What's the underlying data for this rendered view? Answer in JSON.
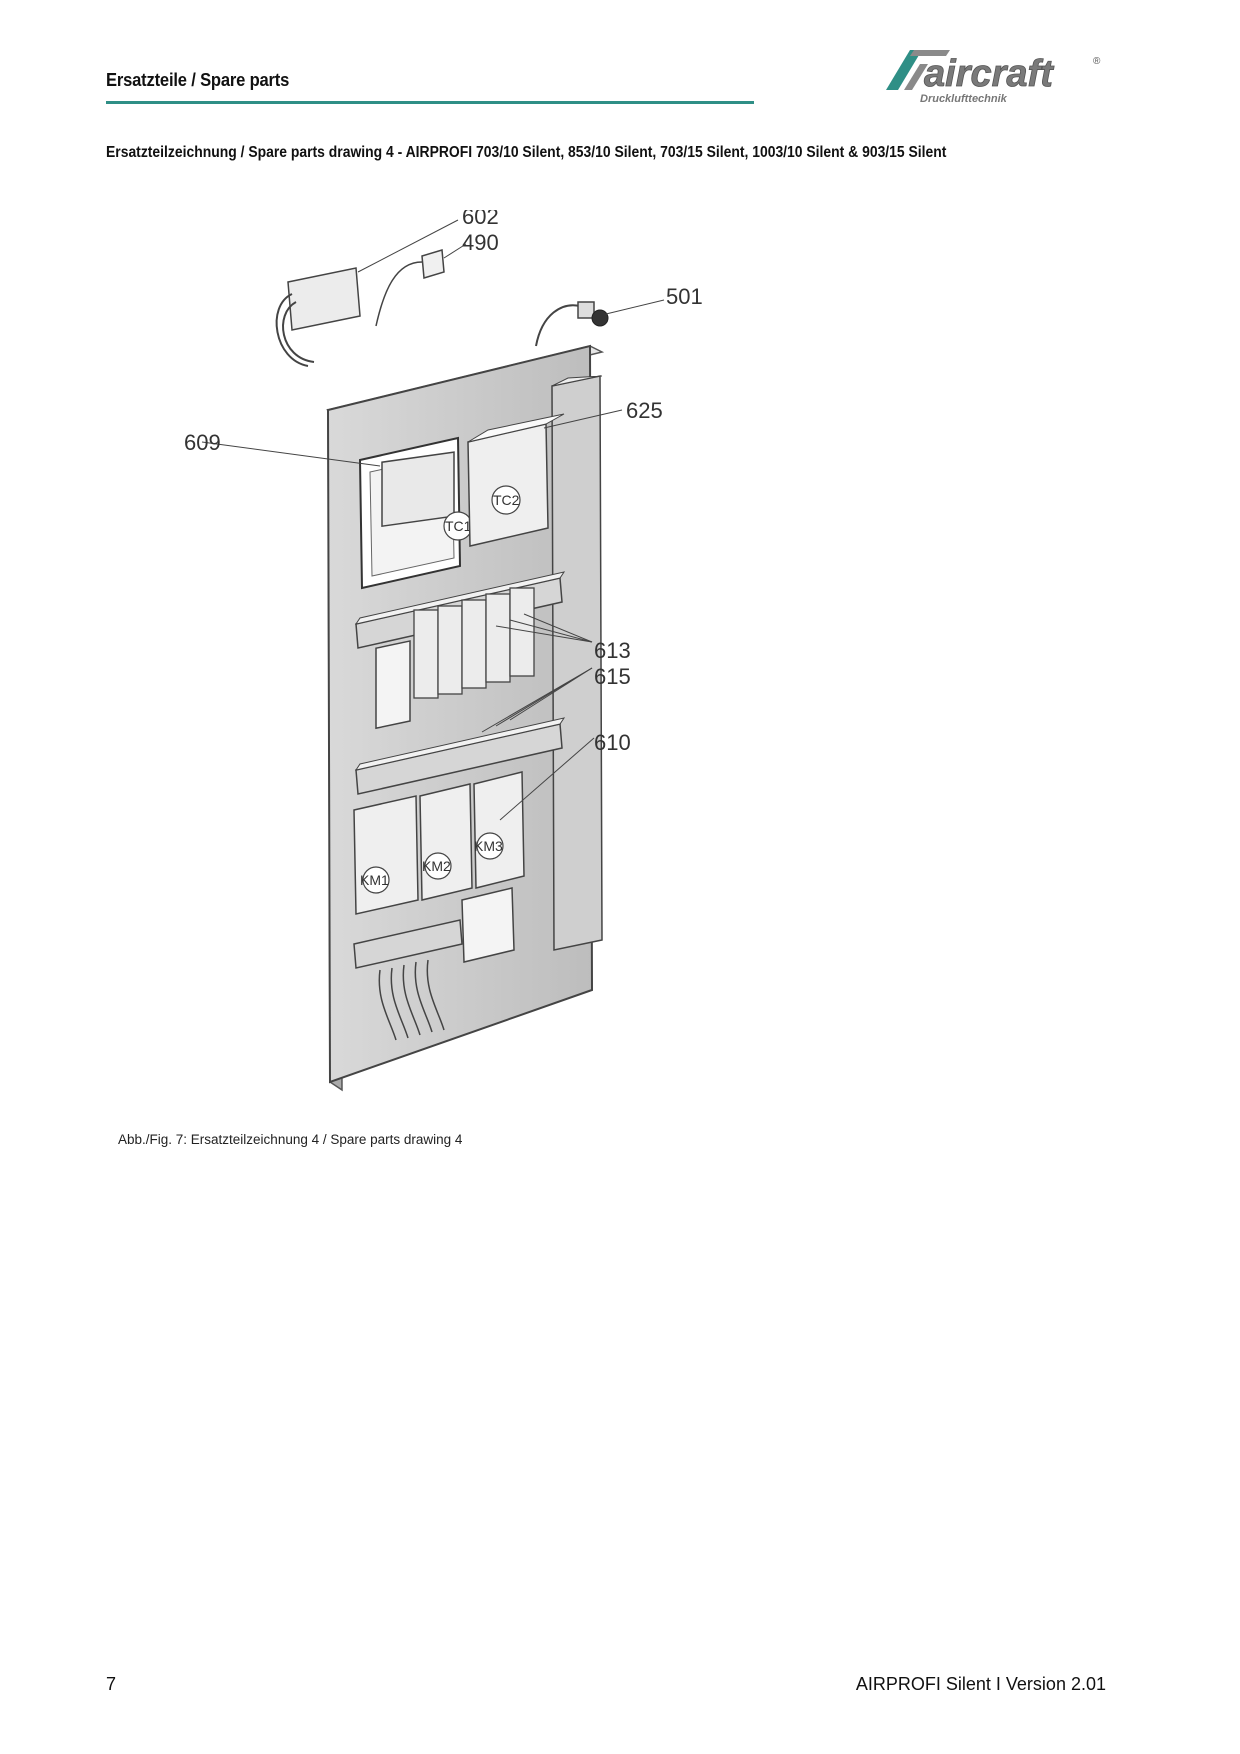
{
  "header": {
    "title": "Ersatzteile / Spare parts",
    "accent_color": "#2f8f86"
  },
  "logo": {
    "brand": "aircraft",
    "tagline": "Drucklufttechnik",
    "registered": "®"
  },
  "drawing_title": "Ersatzteilzeichnung / Spare parts drawing 4  - AIRPROFI 703/10 Silent, 853/10 Silent, 703/15 Silent, 1003/10 Silent & 903/15 Silent",
  "drawing": {
    "callouts": {
      "c602": "602",
      "c490": "490",
      "c501": "501",
      "c625": "625",
      "c609": "609",
      "c613": "613",
      "c615": "615",
      "c610": "610"
    },
    "component_labels": {
      "tc1": "TC1",
      "tc2": "TC2",
      "km1": "KM1",
      "km2": "KM2",
      "km3": "KM3"
    }
  },
  "caption": "Abb./Fig. 7: Ersatzteilzeichnung 4 / Spare parts drawing 4",
  "footer": {
    "page_number": "7",
    "version": "AIRPROFI Silent I Version 2.01"
  }
}
